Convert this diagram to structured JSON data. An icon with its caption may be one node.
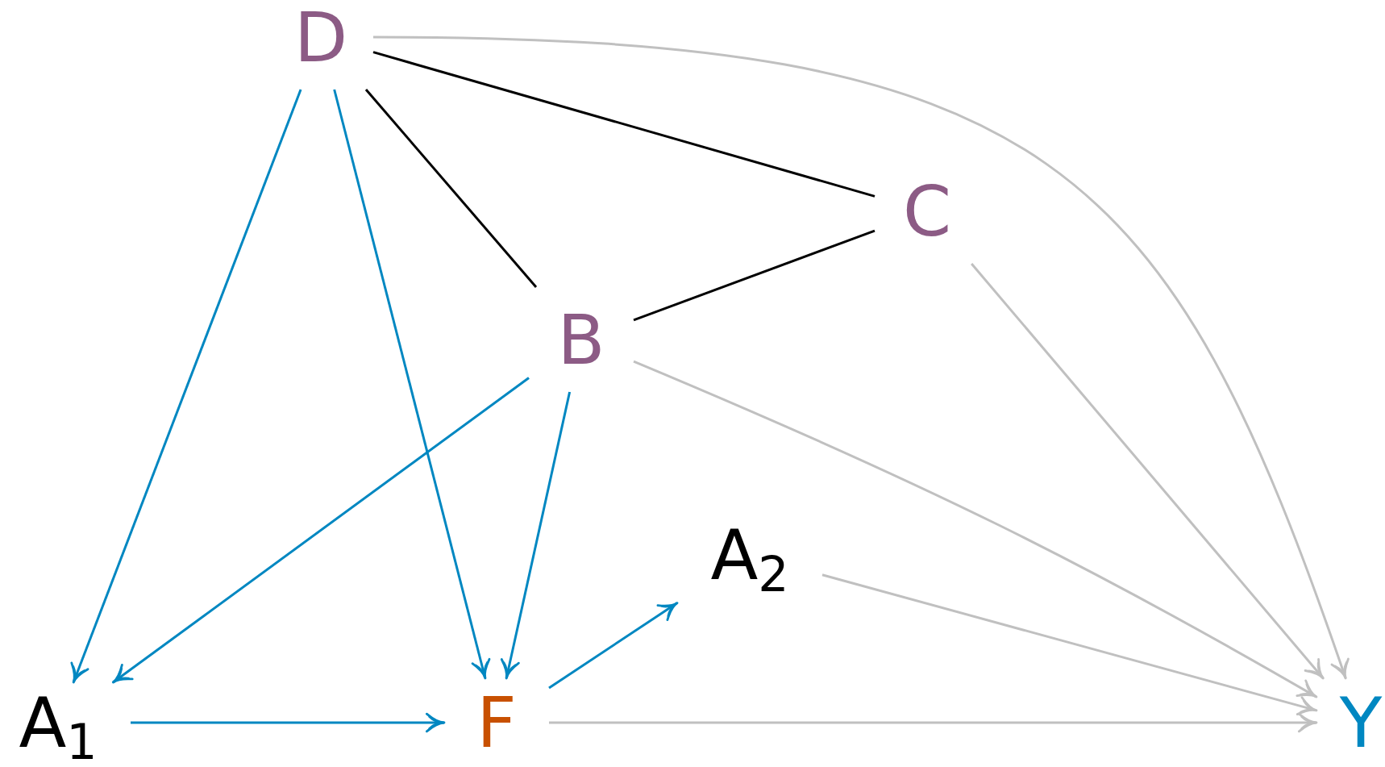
{
  "diagram": {
    "nodes": [
      {
        "text": [
          "D"
        ]
      },
      {
        "text": [
          "C"
        ]
      },
      {
        "text": [
          "B"
        ]
      },
      {
        "text": [
          "A$_{2}$"
        ]
      },
      {
        "text": [
          "A$_{1}$"
        ]
      },
      {
        "text": [
          "F"
        ]
      },
      {
        "text": [
          "Y"
        ]
      }
    ],
    "edges": [
      {
        "from": 0,
        "to": 1,
        "arrow": "none",
        "color": "#000000"
      },
      {
        "from": 0,
        "to": 2,
        "arrow": "none",
        "color": "#000000"
      },
      {
        "from": 1,
        "to": 2,
        "arrow": "none",
        "color": "#000000"
      },
      {
        "from": 0,
        "to": 4,
        "arrow": "to"
      },
      {
        "from": 0,
        "to": 5,
        "arrow": "to"
      },
      {
        "from": 2,
        "to": 4,
        "arrow": "to"
      },
      {
        "from": 2,
        "to": 5,
        "arrow": "to"
      },
      {
        "from": 4,
        "to": 5,
        "arrow": "to"
      },
      {
        "from": 5,
        "to": 3,
        "arrow": "to"
      },
      {
        "from": 0,
        "to": 6,
        "arrow": "to",
        "color": "#c0c0c0"
      },
      {
        "from": 1,
        "to": 6,
        "arrow": "to",
        "color": "#c0c0c0"
      },
      {
        "from": 2,
        "to": 6,
        "arrow": "to",
        "color": "#c0c0c0"
      },
      {
        "from": 3,
        "to": 6,
        "arrow": "to",
        "color": "#c0c0c0"
      },
      {
        "from": 5,
        "to": 6,
        "arrow": "to",
        "color": "#c0c0c0"
      }
    ]
  }
}
